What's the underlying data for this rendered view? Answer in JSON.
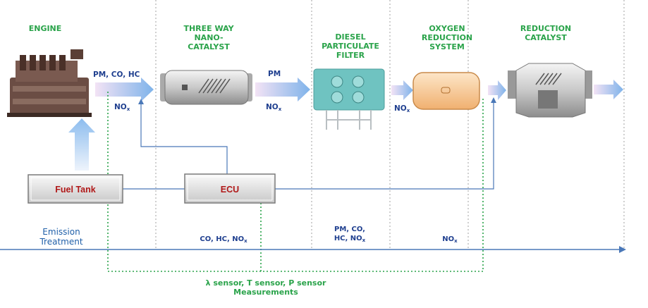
{
  "stages": {
    "engine": "ENGINE",
    "three_way": [
      "THREE WAY",
      "NANO-",
      "CATALYST"
    ],
    "dpf": [
      "DIESEL",
      "PARTICULATE",
      "FILTER"
    ],
    "oxygen": [
      "OXYGEN",
      "REDUCTION",
      "SYSTEM"
    ],
    "reduction": [
      "REDUCTION",
      "CATALYST"
    ]
  },
  "flows": {
    "engine_out": "PM, CO, HC",
    "nox_label": "NO",
    "nox_sub": "x",
    "catalyst_out": "PM"
  },
  "boxes": {
    "fuel_tank": "Fuel Tank",
    "ecu": "ECU"
  },
  "bottom": {
    "emission": [
      "Emission",
      "Treatment"
    ],
    "col2": "CO, HC, NO",
    "col3_line1": "PM, CO,",
    "col3_line2": "HC, NO",
    "col4": "NO",
    "sub": "x"
  },
  "measurements": [
    "λ sensor, T sensor, P sensor",
    "Measurements"
  ],
  "colors": {
    "stage_label": "#2aa34a",
    "flow_text": "#1f3f8f",
    "box_text": "#b01818",
    "arrow": "#9cc4ee",
    "ecu_line": "#4a78b8",
    "dotted": "#2aa34a",
    "divider": "#a0a0a0"
  }
}
